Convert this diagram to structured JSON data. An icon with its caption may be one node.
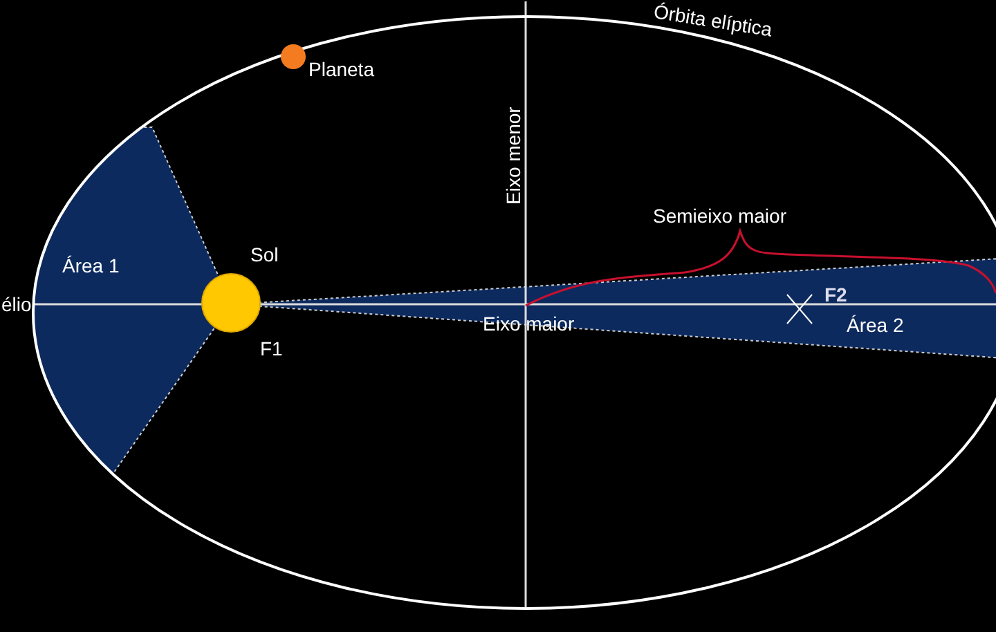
{
  "diagram": {
    "labels": [
      "Órbita elíptica",
      "Planeta",
      "Eixo menor",
      "Semieixo maior",
      "Área 1",
      "Sol",
      "élio",
      "F2",
      "Eixo maior",
      "Área 2",
      "F1"
    ]
  }
}
